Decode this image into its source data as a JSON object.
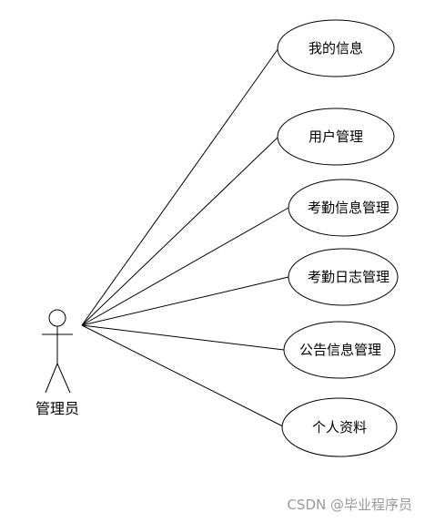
{
  "actor": {
    "label": "管理员"
  },
  "use_cases": [
    {
      "label": "我的信息"
    },
    {
      "label": "用户管理"
    },
    {
      "label": "考勤信息管理"
    },
    {
      "label": "考勤日志管理"
    },
    {
      "label": "公告信息管理"
    },
    {
      "label": "个人资料"
    }
  ],
  "watermark": "CSDN @毕业程序员",
  "colors": {
    "stroke": "#000000",
    "background": "#ffffff",
    "watermark": "#9a9a9a"
  }
}
